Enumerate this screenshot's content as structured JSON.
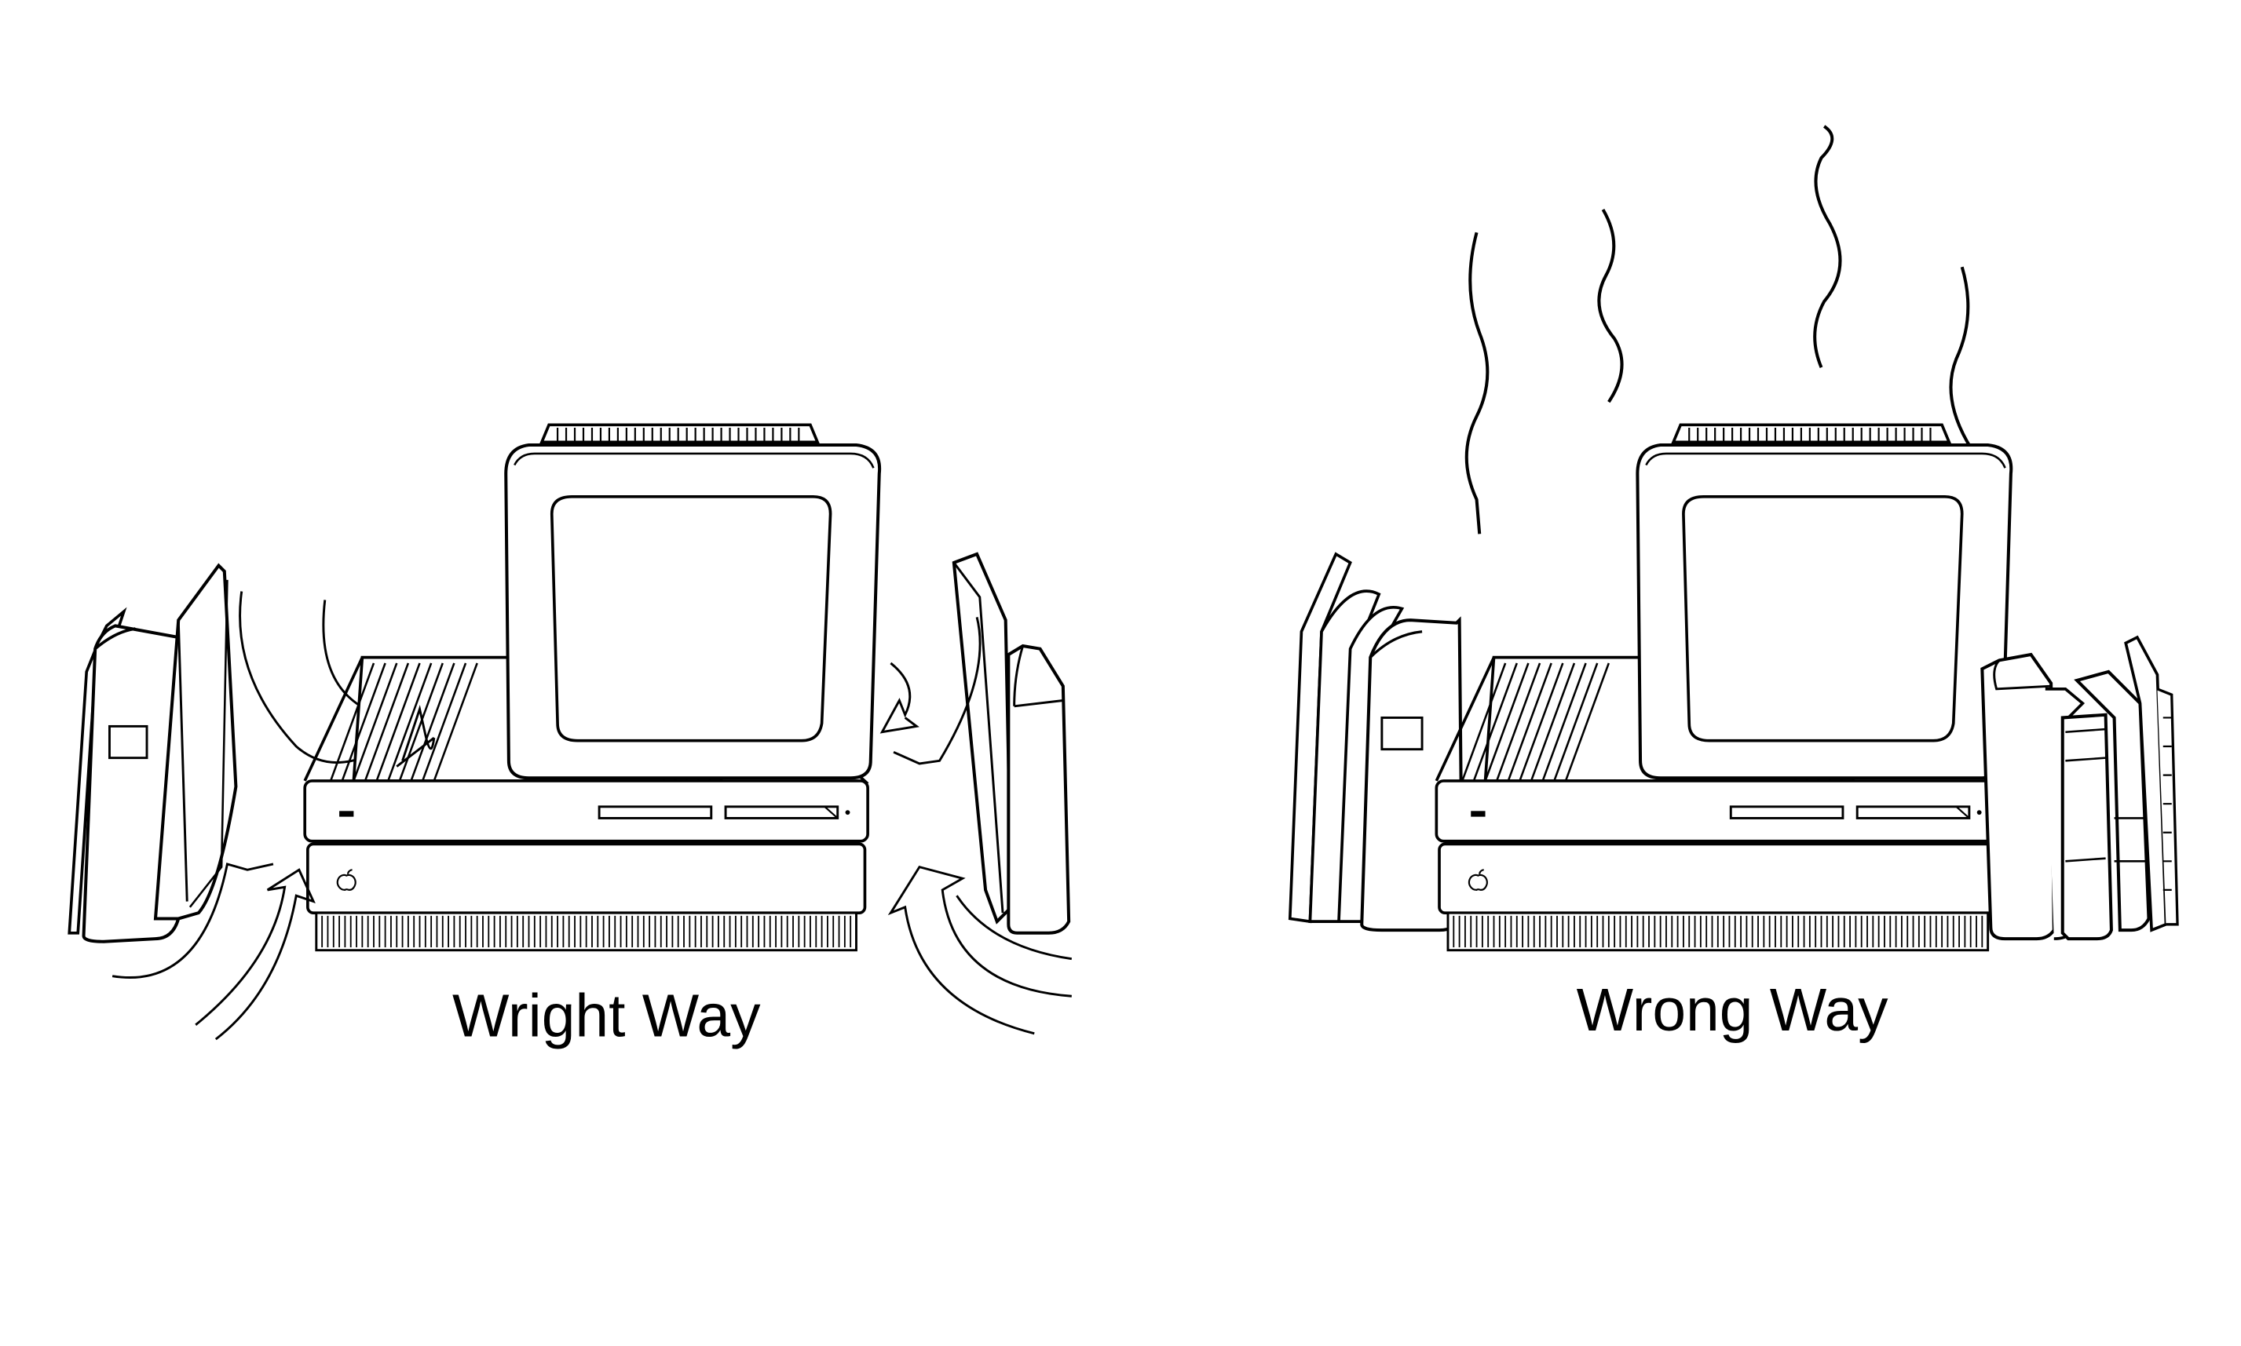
{
  "panels": [
    {
      "id": "right",
      "caption": "Wright Way"
    },
    {
      "id": "wrong",
      "caption": "Wrong Way"
    }
  ],
  "colors": {
    "ink": "#000000",
    "background": "#ffffff"
  },
  "icons": [
    "apple-logo-icon",
    "airflow-arrow-icon",
    "heat-wave-icon",
    "book-icon",
    "monitor-icon",
    "computer-case-icon"
  ]
}
